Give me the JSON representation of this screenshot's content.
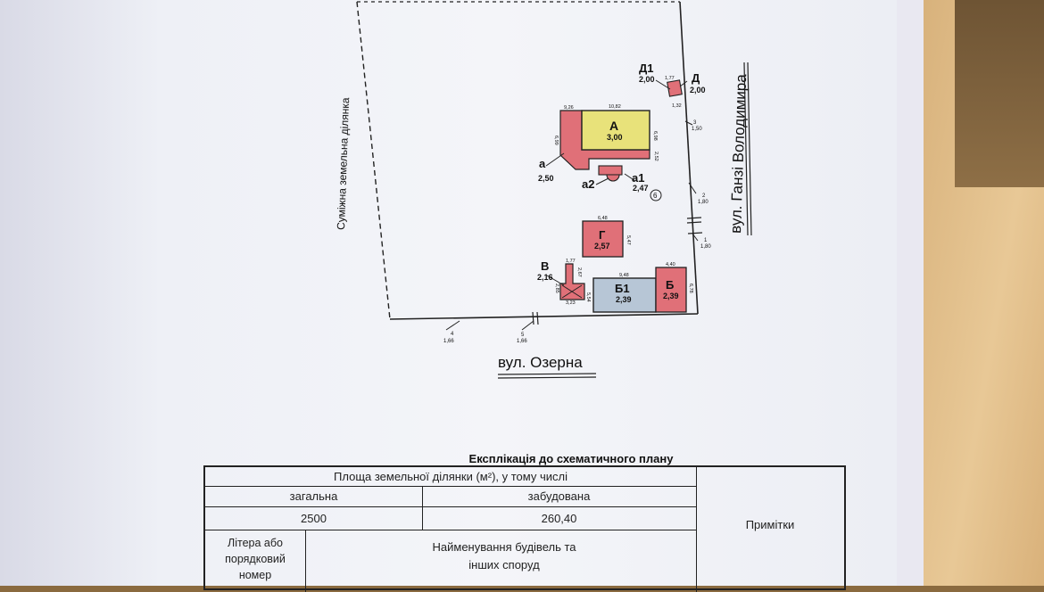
{
  "plan": {
    "neighbor_label": "Суміжна земельна ділянка",
    "street_right": "вул. Ганзі Володимира",
    "street_bottom": "вул. Озерна",
    "buildings": [
      {
        "letter": "А",
        "value": "3,00"
      },
      {
        "letter": "а",
        "value": "2,50"
      },
      {
        "letter": "а1",
        "value": "2,47"
      },
      {
        "letter": "а2",
        "value": ""
      },
      {
        "letter": "Г",
        "value": "2,57"
      },
      {
        "letter": "В",
        "value": "2,16"
      },
      {
        "letter": "Б1",
        "value": "2,39"
      },
      {
        "letter": "Б",
        "value": "2,39"
      },
      {
        "letter": "Д1",
        "value": "2,00"
      },
      {
        "letter": "Д",
        "value": "2,00"
      }
    ],
    "circle_mark": "6",
    "dims": {
      "a_top": "9,26",
      "A_top": "10,82",
      "A_side": "6,98",
      "A_left": "6,99",
      "A_right": "2,52",
      "G_top": "6,48",
      "G_side": "5,47",
      "V_top": "1,77",
      "V_side": "2,67",
      "V_left": "2,85",
      "V_bottom": "3,23",
      "B1_top": "9,48",
      "B1_left": "5,54",
      "B_top": "4,40",
      "B_side": "6,78",
      "D_small": "1,77",
      "D_small2": "1,32"
    },
    "boundary_marks": [
      {
        "n": "3",
        "v": "1,50"
      },
      {
        "n": "2",
        "v": "1,80"
      },
      {
        "n": "1",
        "v": "1,80"
      },
      {
        "n": "4",
        "v": "1,66"
      },
      {
        "n": "5",
        "v": "1,66"
      }
    ]
  },
  "explication": {
    "title": "Експлікація до схематичного плану",
    "area_header": "Площа земельної ділянки (м²), у тому числі",
    "total_label": "загальна",
    "built_label": "забудована",
    "total_value": "2500",
    "built_value": "260,40",
    "notes_label": "Примітки",
    "letter_header": "Літера або порядковий номер",
    "name_header": "Найменування будівель та інших споруд"
  },
  "colors": {
    "building_red": "#e07078",
    "building_yellow": "#e8e27a",
    "building_blue": "#b7c6d6",
    "line": "#222222"
  }
}
